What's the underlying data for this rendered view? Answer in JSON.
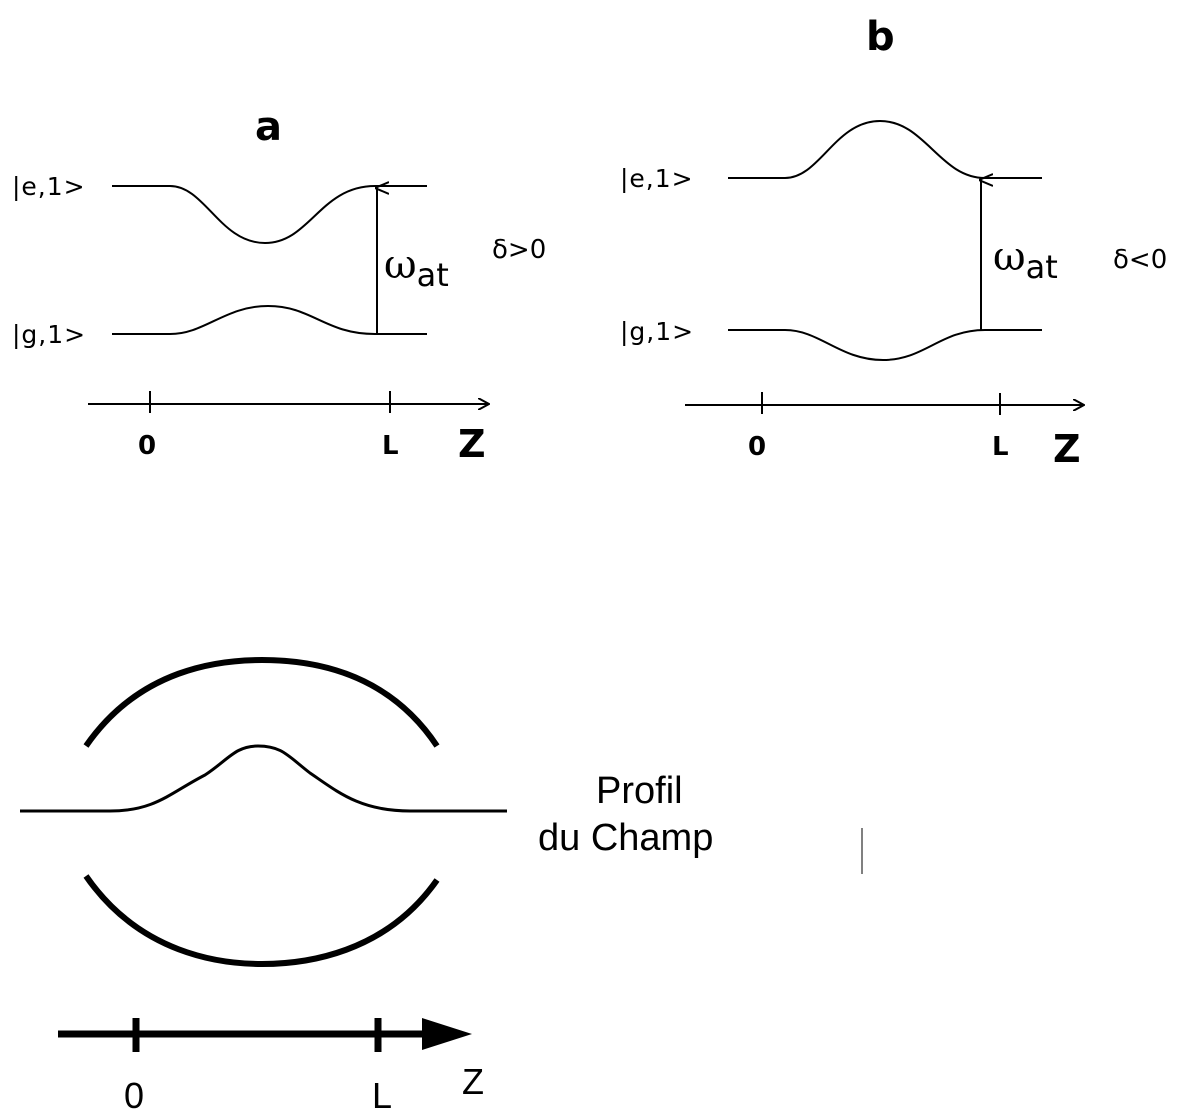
{
  "panel_a": {
    "label": "a",
    "excited_state": "|e,1>",
    "ground_state": "|g,1>",
    "transition_symbol": "ω",
    "transition_subscript": "at",
    "detuning": "δ>0",
    "axis": {
      "origin": "0",
      "end": "L",
      "name": "Z"
    }
  },
  "panel_b": {
    "label": "b",
    "excited_state": "|e,1>",
    "ground_state": "|g,1>",
    "transition_symbol": "ω",
    "transition_subscript": "at",
    "detuning": "δ<0",
    "axis": {
      "origin": "0",
      "end": "L",
      "name": "Z"
    }
  },
  "field_profile": {
    "label_line1": "Profil",
    "label_line2": "du Champ",
    "axis": {
      "origin": "0",
      "end": "L",
      "name": "Z"
    }
  }
}
